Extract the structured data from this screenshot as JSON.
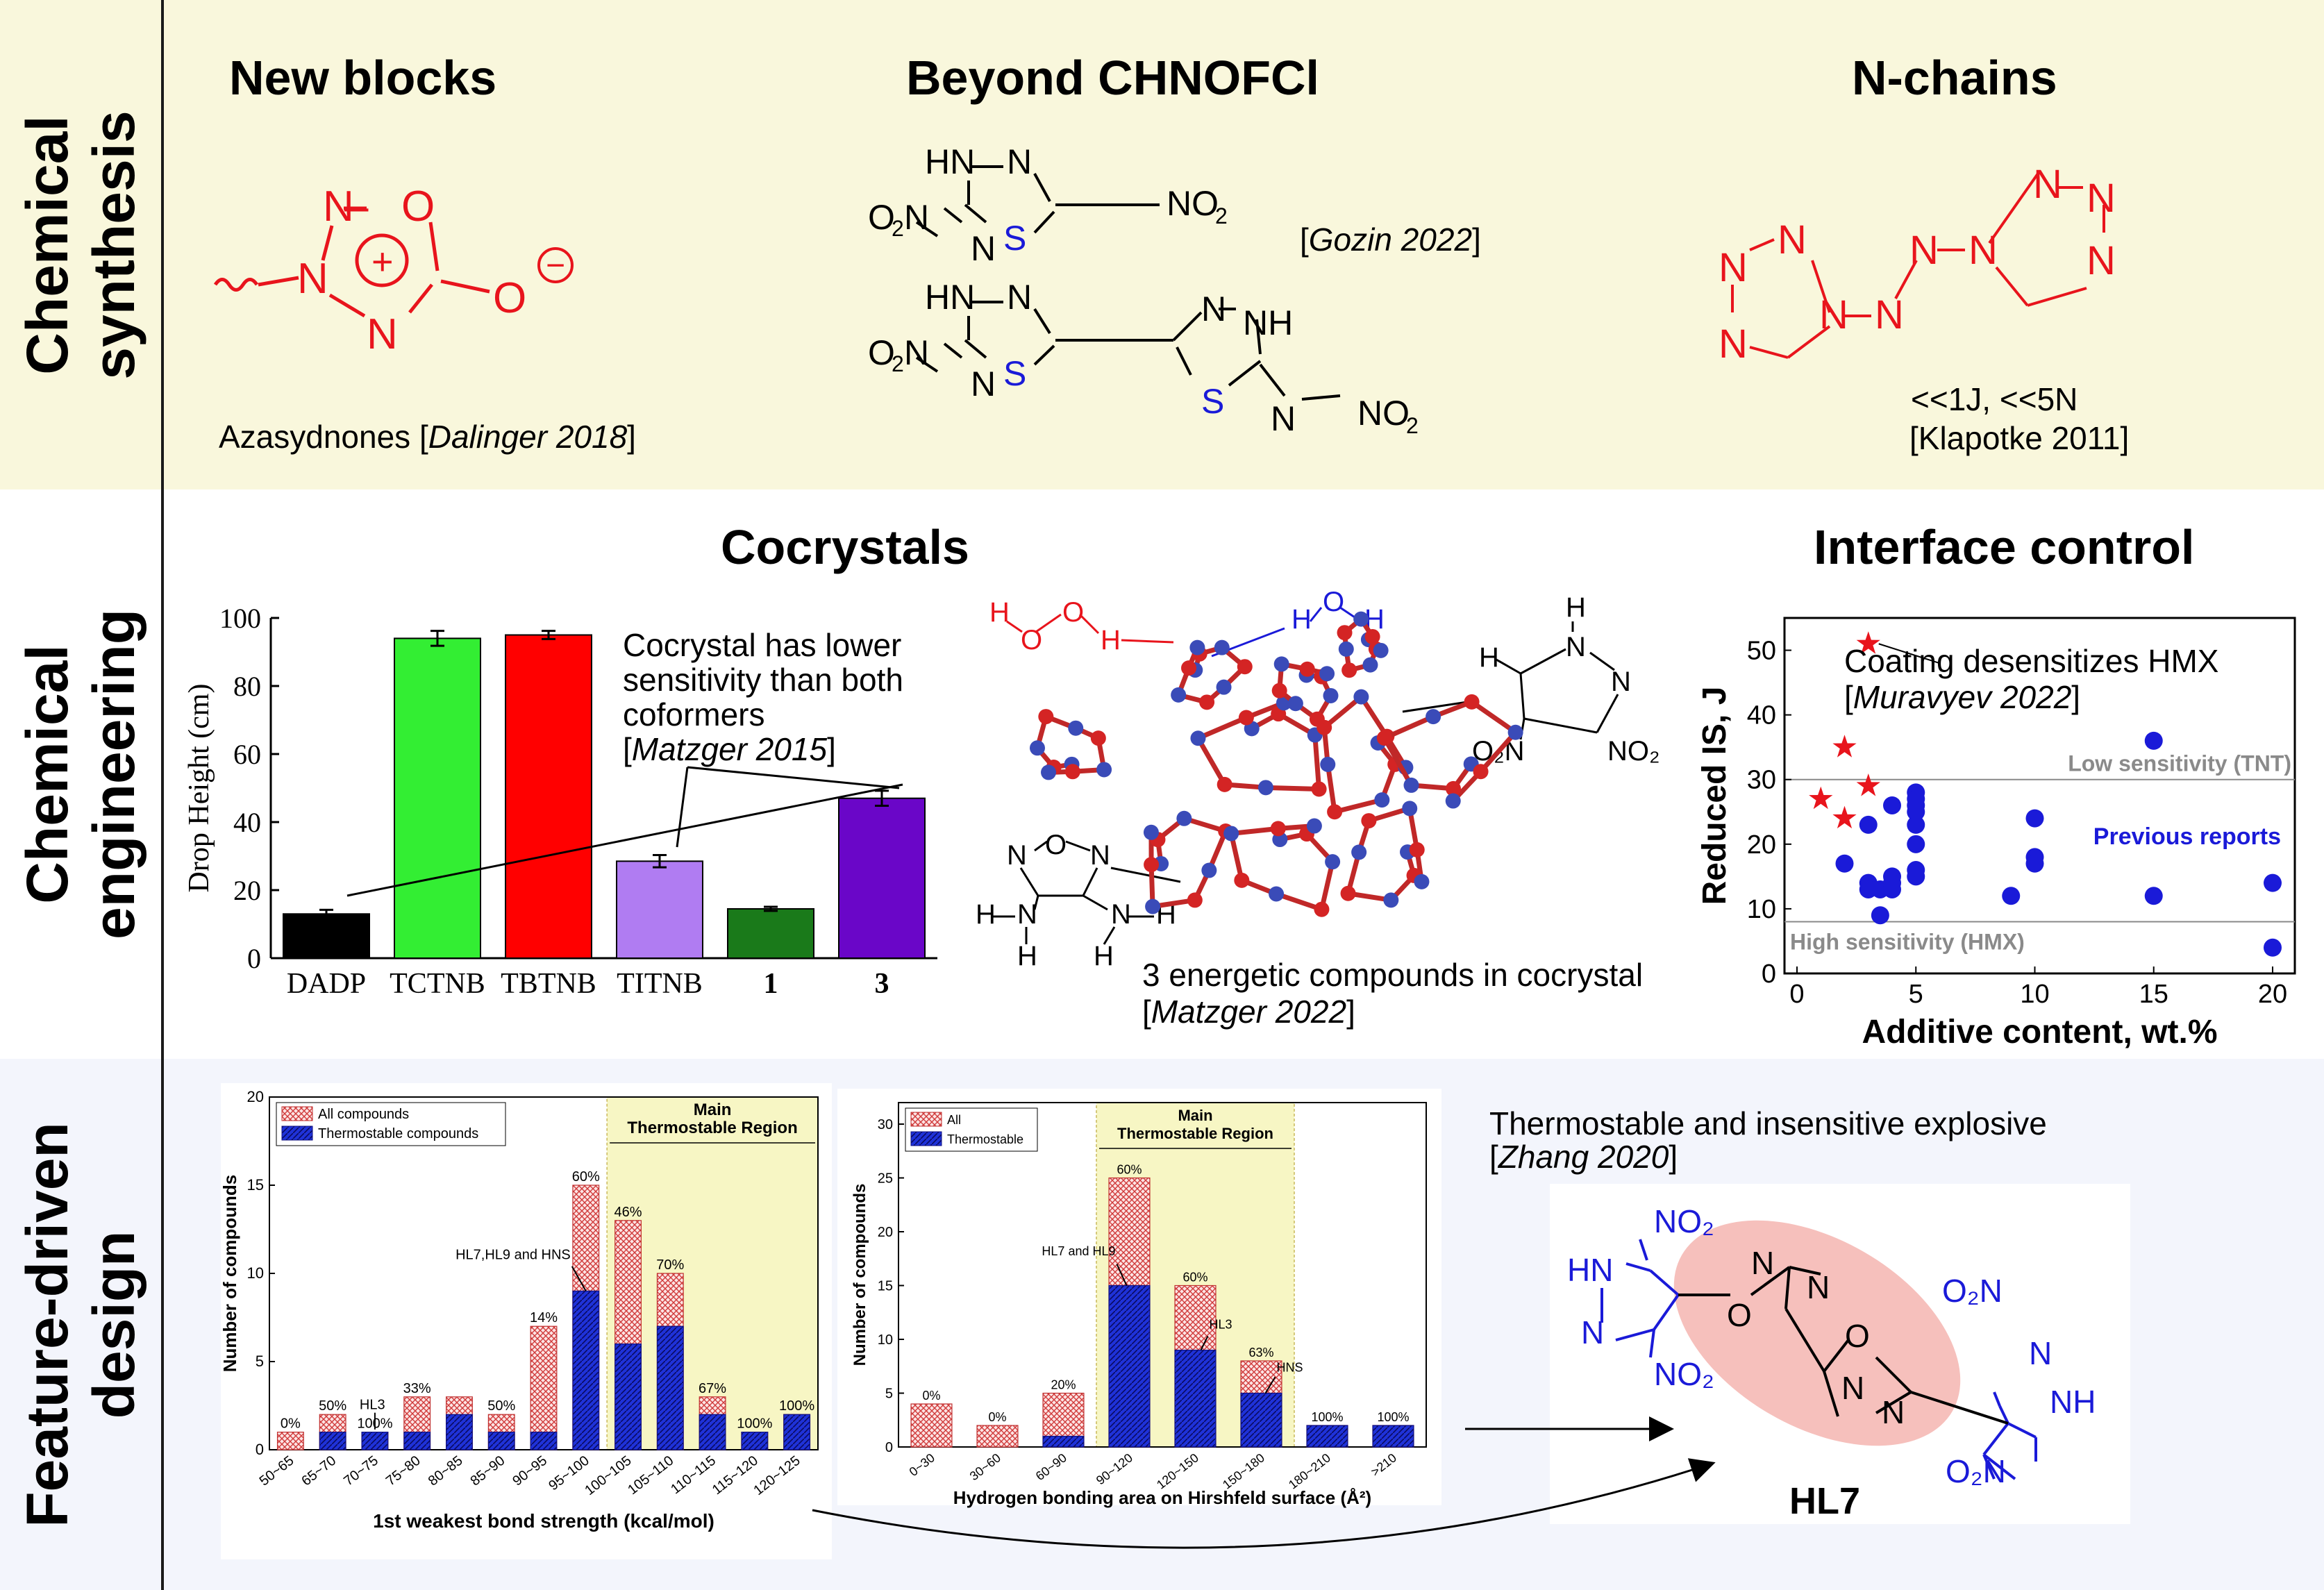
{
  "colors": {
    "row1_bg": "#f9f7dc",
    "row2_bg": "#ffffff",
    "row3_bg": "#f3f5fc",
    "red": "#e8141c",
    "blue": "#1a1ad8",
    "green": "#33ee33",
    "purple": "#6a06c8",
    "lilac": "#b07cf2",
    "yellow_region": "#f7f6c4"
  },
  "rows": {
    "synthesis": {
      "line1": "Chemical",
      "line2": "synthesis"
    },
    "engineering": {
      "line1": "Chemical",
      "line2": "engineering"
    },
    "design": {
      "line1": "Feature-driven",
      "line2": "design"
    }
  },
  "synthesis": {
    "new_blocks": {
      "title": "New blocks",
      "caption_pre": "Azasydnones [",
      "caption_cite": "Dalinger 2018",
      "caption_post": "]",
      "atoms": {
        "n1": "N",
        "o1": "O",
        "n2": "N",
        "n3": "N",
        "o2": "O",
        "plus": "+",
        "minus": "−",
        "dash": "–"
      }
    },
    "beyond": {
      "title": "Beyond CHNOFCl",
      "cite_pre": "[",
      "cite": "Gozin 2022",
      "cite_post": "]",
      "atoms": {
        "hn": "HN",
        "n": "N",
        "s": "S",
        "nh": "NH",
        "no2": "NO",
        "sub2": "2",
        "o2n": "O",
        "o2n_rest": "N"
      }
    },
    "nchains": {
      "title": "N-chains",
      "line1": "<<1J, <<5N",
      "line2": "[Klapotke 2011]",
      "n": "N"
    }
  },
  "engineering": {
    "cocrystals": {
      "title": "Cocrystals",
      "annotation_l1": "Cocrystal has lower",
      "annotation_l2": "sensitivity than both",
      "annotation_l3": "coformers",
      "annotation_cite_pre": "[",
      "annotation_cite": "Matzger 2015",
      "annotation_cite_post": "]",
      "mol_caption_l1": "3 energetic compounds in cocrystal",
      "mol_caption_cite_pre": "[",
      "mol_caption_cite": "Matzger 2022",
      "mol_caption_cite_post": "]",
      "molecule_labels": {
        "h": "H",
        "o": "O",
        "n": "N",
        "o2n": "O₂N",
        "no2": "NO₂"
      }
    },
    "interface": {
      "title": "Interface control",
      "annotation_l1": "Coating desensitizes HMX",
      "annotation_cite_pre": "[",
      "annotation_cite": "Muravyev 2022",
      "annotation_cite_post": "]",
      "low_label": "Low sensitivity (TNT)",
      "high_label": "High sensitivity (HMX)",
      "prev_label": "Previous reports"
    }
  },
  "design": {
    "zhang": {
      "line1": "Thermostable and insensitive explosive",
      "cite_pre": "[",
      "cite": "Zhang 2020",
      "cite_post": "]",
      "molecule_name": "HL7",
      "atoms": {
        "no2": "NO₂",
        "o2n": "O₂N",
        "hn": "HN",
        "n": "N",
        "nh": "NH",
        "o": "O"
      }
    }
  },
  "chart_data": [
    {
      "type": "bar",
      "ylabel": "Drop Height (cm)",
      "xlabel": "",
      "ylim": [
        0,
        100
      ],
      "yticks": [
        0,
        20,
        40,
        60,
        80,
        100
      ],
      "categories": [
        "DADP",
        "TCTNB",
        "TBTNB",
        "TITNB",
        "1",
        "3"
      ],
      "values": [
        13,
        94,
        95,
        28.5,
        14.5,
        47
      ],
      "errors": [
        1.2,
        2.2,
        1.2,
        1.8,
        0.6,
        2.2
      ],
      "colors": [
        "#000000",
        "#33ee33",
        "#ff0000",
        "#b07cf2",
        "#1a7a1a",
        "#6a06c8"
      ]
    },
    {
      "type": "scatter",
      "xlabel": "Additive content, wt.%",
      "ylabel": "Reduced IS, J",
      "xlim": [
        0,
        20
      ],
      "ylim": [
        0,
        55
      ],
      "xticks": [
        0,
        5,
        10,
        15,
        20
      ],
      "yticks": [
        0,
        10,
        20,
        30,
        40,
        50
      ],
      "hlines": [
        30,
        8
      ],
      "series": [
        {
          "marker": "star",
          "color": "#e8141c",
          "points": [
            [
              3,
              51
            ],
            [
              2,
              35
            ],
            [
              1,
              27
            ],
            [
              3,
              29
            ],
            [
              2,
              24
            ]
          ]
        },
        {
          "name": "Previous reports",
          "marker": "circle",
          "color": "#1a1ad8",
          "points": [
            [
              2,
              17
            ],
            [
              3,
              23
            ],
            [
              3,
              14
            ],
            [
              3,
              13
            ],
            [
              3.5,
              9
            ],
            [
              3.5,
              13
            ],
            [
              4,
              26
            ],
            [
              4,
              15
            ],
            [
              4,
              13
            ],
            [
              4,
              14
            ],
            [
              5,
              28
            ],
            [
              5,
              27
            ],
            [
              5,
              26
            ],
            [
              5,
              25
            ],
            [
              5,
              23
            ],
            [
              5,
              20
            ],
            [
              5,
              16
            ],
            [
              5,
              15
            ],
            [
              9,
              12
            ],
            [
              10,
              24
            ],
            [
              10,
              18
            ],
            [
              10,
              17
            ],
            [
              15,
              36
            ],
            [
              15,
              12
            ],
            [
              20,
              14
            ],
            [
              20,
              4
            ]
          ]
        }
      ]
    },
    {
      "type": "bar",
      "stacked": true,
      "xlabel": "1st weakest bond strength (kcal/mol)",
      "ylabel": "Number of compounds",
      "ylim": [
        0,
        20
      ],
      "yticks": [
        0,
        5,
        10,
        15,
        20
      ],
      "region_label_l1": "Main",
      "region_label_l2": "Thermostable Region",
      "region": [
        8,
        13
      ],
      "legend": [
        "All compounds",
        "Thermostable compounds"
      ],
      "categories": [
        "50~65",
        "65~70",
        "70~75",
        "75~80",
        "80~85",
        "85~90",
        "90~95",
        "95~100",
        "100~105",
        "105~110",
        "110~115",
        "115~120",
        "120~125"
      ],
      "series": [
        {
          "name": "All compounds",
          "values": [
            1,
            2,
            1,
            3,
            3,
            2,
            7,
            15,
            13,
            10,
            3,
            1,
            2
          ]
        },
        {
          "name": "Thermostable compounds",
          "values": [
            0,
            1,
            1,
            1,
            2,
            1,
            1,
            9,
            6,
            7,
            2,
            1,
            2
          ]
        }
      ],
      "percent_labels": [
        "0%",
        "50%",
        "100%",
        "33%",
        "",
        "50%",
        "14%",
        "60%",
        "46%",
        "70%",
        "67%",
        "100%",
        "100%"
      ],
      "annotations": [
        "HL3",
        "HL7,HL9 and HNS"
      ]
    },
    {
      "type": "bar",
      "stacked": true,
      "xlabel": "Hydrogen bonding area on Hirshfeld surface (Å²)",
      "ylabel": "Number of compounds",
      "ylim": [
        0,
        32
      ],
      "yticks": [
        0,
        5,
        10,
        15,
        20,
        25,
        30
      ],
      "region_label_l1": "Main",
      "region_label_l2": "Thermostable Region",
      "region": [
        3,
        6
      ],
      "legend": [
        "All",
        "Thermostable"
      ],
      "categories": [
        "0~30",
        "30~60",
        "60~90",
        "90~120",
        "120~150",
        "150~180",
        "180~210",
        ">210"
      ],
      "series": [
        {
          "name": "All",
          "values": [
            4,
            2,
            5,
            25,
            15,
            8,
            2,
            2
          ]
        },
        {
          "name": "Thermostable",
          "values": [
            0,
            0,
            1,
            15,
            9,
            5,
            2,
            2
          ]
        }
      ],
      "percent_labels": [
        "0%",
        "0%",
        "20%",
        "60%",
        "60%",
        "63%",
        "100%",
        "100%"
      ],
      "annotations": [
        "HL7 and HL9",
        "HL3",
        "HNS"
      ]
    }
  ]
}
